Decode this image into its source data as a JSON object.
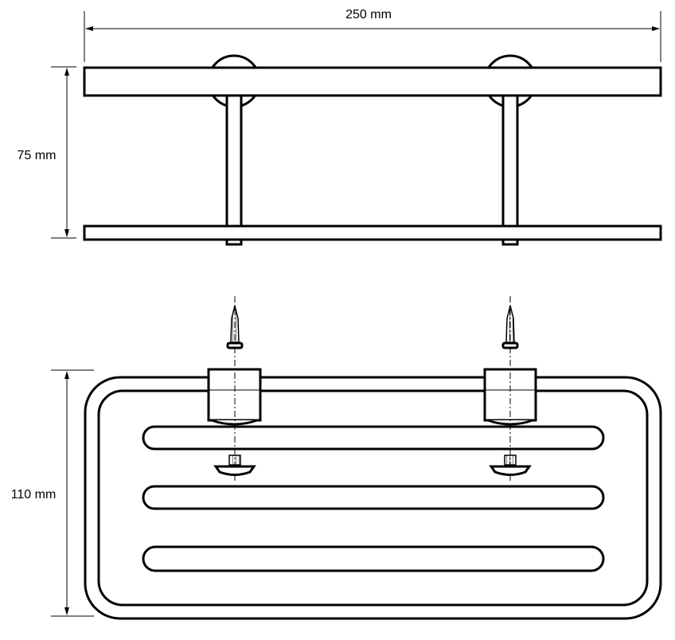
{
  "dimensions": {
    "width_label": "250 mm",
    "height_label": "75 mm",
    "depth_label": "110 mm"
  },
  "colors": {
    "line": "#000000",
    "background": "#ffffff"
  }
}
